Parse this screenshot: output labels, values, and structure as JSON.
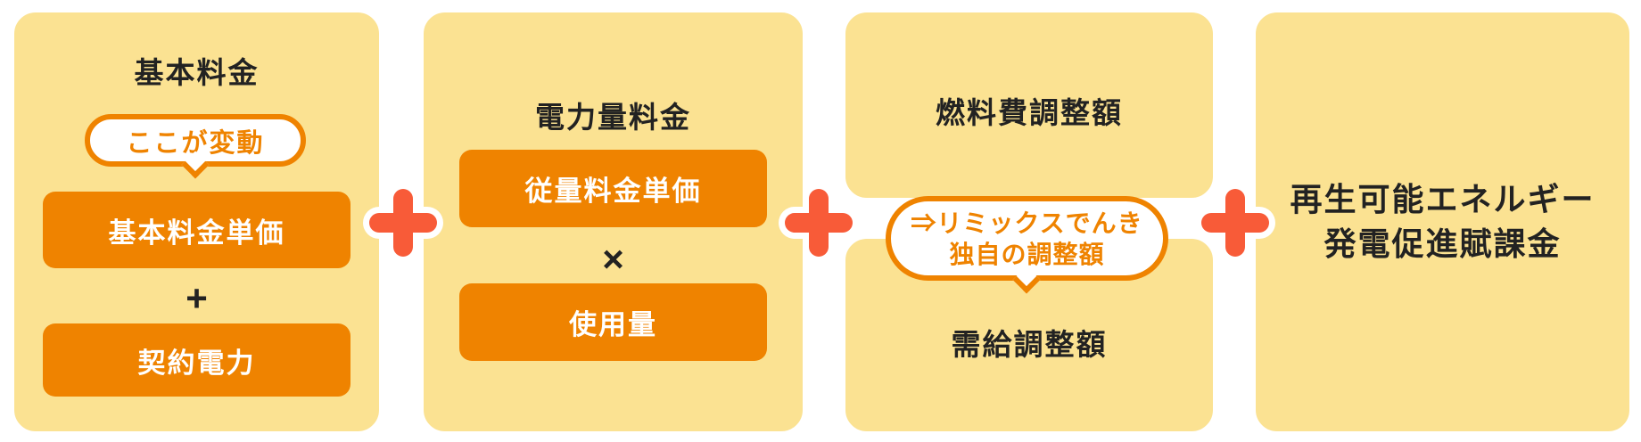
{
  "colors": {
    "card_background": "#FBE292",
    "accent_orange": "#EF8300",
    "plus_connector_red": "#F85B38",
    "text_dark": "#222222",
    "white": "#FFFFFF"
  },
  "cards": {
    "basic": {
      "title": "基本料金",
      "bubble_label": "ここが変動",
      "unit_price_label": "基本料金単価",
      "operator": "+",
      "contract_power_label": "契約電力"
    },
    "energy": {
      "title": "電力量料金",
      "unit_price_label": "従量料金単価",
      "operator": "×",
      "usage_label": "使用量"
    },
    "fuel": {
      "top_title": "燃料費調整額",
      "bubble_line1": "⇒リミックスでんき",
      "bubble_line2": "独自の調整額",
      "bottom_title": "需給調整額"
    },
    "renewable": {
      "title_line1": "再生可能エネルギー",
      "title_line2": "発電促進賦課金"
    },
    "connector_symbol": "+"
  }
}
